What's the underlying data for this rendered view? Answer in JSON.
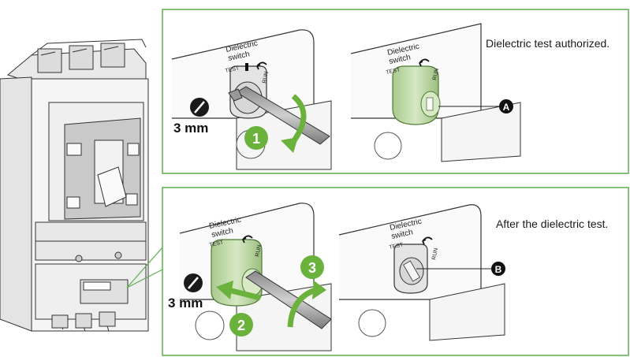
{
  "panel_top": {
    "caption": "Dielectric test authorized.",
    "left_view": {
      "switch_label_line1": "Dielectric",
      "switch_label_line2": "switch",
      "pos_test": "TEST",
      "pos_run": "RUN",
      "tool_size": "3 mm",
      "step": "1"
    },
    "right_view": {
      "switch_label_line1": "Dielectric",
      "switch_label_line2": "switch",
      "pos_test": "TEST",
      "pos_run": "RUN",
      "callout": "A"
    }
  },
  "panel_bottom": {
    "caption": "After the dielectric test.",
    "left_view": {
      "switch_label_line1": "Dielectric",
      "switch_label_line2": "switch",
      "pos_test": "TEST",
      "pos_run": "RUN",
      "tool_size": "3 mm",
      "step_a": "2",
      "step_b": "3"
    },
    "right_view": {
      "switch_label_line1": "Dielectric",
      "switch_label_line2": "switch",
      "pos_test": "TEST",
      "pos_run": "RUN",
      "callout": "B"
    }
  },
  "colors": {
    "frame_green": "#5cad4a",
    "step_green": "#6ab23b",
    "cap_green": "#c6ddb0",
    "gray_panel": "#c9c9c9",
    "line": "#222222"
  }
}
